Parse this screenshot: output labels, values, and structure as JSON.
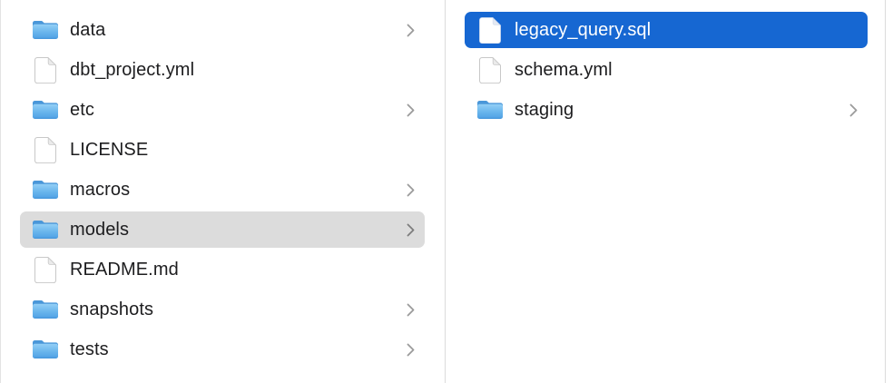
{
  "app": {
    "name": "Finder",
    "view": "column-view"
  },
  "colors": {
    "background": "#FFFFFF",
    "divider": "#DCDCDC",
    "text": "#1D1D1F",
    "selected_text": "#FFFFFF",
    "selection_blue": "#1667D2",
    "selection_gray": "#DCDCDC",
    "chevron_gray": "#9B9B9B",
    "folder_blue": "#68B4EC"
  },
  "icons": {
    "folder": "folder-icon",
    "file": "document-icon",
    "chevron": "chevron-right-icon"
  },
  "columns": {
    "left": {
      "items": [
        {
          "name": "data",
          "type": "folder",
          "has_chevron": true,
          "selected": false
        },
        {
          "name": "dbt_project.yml",
          "type": "file",
          "has_chevron": false,
          "selected": false
        },
        {
          "name": "etc",
          "type": "folder",
          "has_chevron": true,
          "selected": false
        },
        {
          "name": "LICENSE",
          "type": "file",
          "has_chevron": false,
          "selected": false
        },
        {
          "name": "macros",
          "type": "folder",
          "has_chevron": true,
          "selected": false
        },
        {
          "name": "models",
          "type": "folder",
          "has_chevron": true,
          "selected": true,
          "selection_style": "inactive-gray"
        },
        {
          "name": "README.md",
          "type": "file",
          "has_chevron": false,
          "selected": false
        },
        {
          "name": "snapshots",
          "type": "folder",
          "has_chevron": true,
          "selected": false
        },
        {
          "name": "tests",
          "type": "folder",
          "has_chevron": true,
          "selected": false
        }
      ]
    },
    "right": {
      "items": [
        {
          "name": "legacy_query.sql",
          "type": "file",
          "has_chevron": false,
          "selected": true,
          "selection_style": "active-blue"
        },
        {
          "name": "schema.yml",
          "type": "file",
          "has_chevron": false,
          "selected": false
        },
        {
          "name": "staging",
          "type": "folder",
          "has_chevron": true,
          "selected": false
        }
      ]
    }
  }
}
